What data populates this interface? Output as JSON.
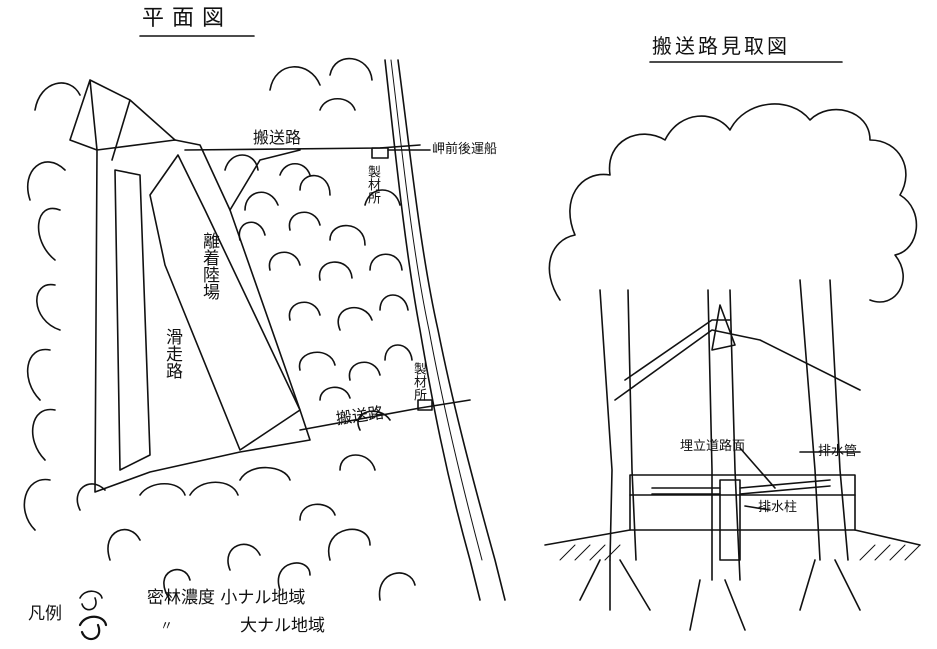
{
  "plan_view": {
    "title": "平面図",
    "labels": {
      "transport_road_top": "搬送路",
      "transport_road_bottom": "搬送路",
      "ship_note": "岬前後運船",
      "lumber_mill_top": "製材所",
      "lumber_mill_bottom": "製材所",
      "landing_field": "離着陸場",
      "taxiway": "滑走路"
    }
  },
  "section_view": {
    "title": "搬送路見取図",
    "labels": {
      "road_surface": "埋立道路面",
      "drain_pipe": "排水管",
      "drain_post": "排水柱"
    }
  },
  "legend": {
    "heading": "凡例",
    "row1_text": "密林濃度 小ナル地域",
    "row2_mark": "〃",
    "row2_text": "大ナル地域"
  }
}
